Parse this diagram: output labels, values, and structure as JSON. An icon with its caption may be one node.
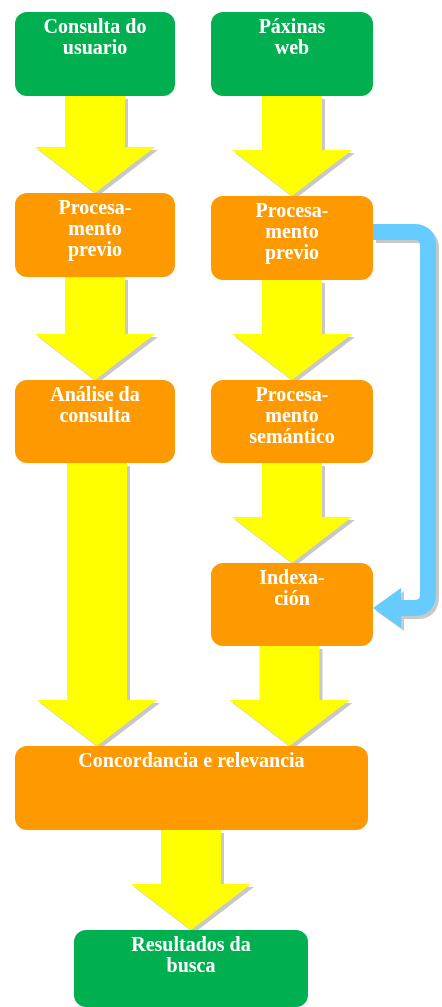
{
  "diagram": {
    "nodes": [
      {
        "text": [
          "Consulta do usuario"
        ]
      },
      {
        "text": [
          "Páxinas web"
        ]
      },
      {
        "text": [
          "Procesa- mento previo"
        ]
      },
      {
        "text": [
          "Procesa- mento previo"
        ]
      },
      {
        "text": [
          "Análise da consulta"
        ]
      },
      {
        "text": [
          "Procesa- mento semántico"
        ]
      },
      {
        "text": [
          "Indexa- ción"
        ]
      },
      {
        "text": [
          "Concordancia e relevancia"
        ]
      },
      {
        "text": [
          "Resultados da busca"
        ]
      }
    ],
    "edges": [
      {
        "from": 0,
        "to": 2,
        "arrow": "to"
      },
      {
        "from": 1,
        "to": 3,
        "arrow": "to"
      },
      {
        "from": 2,
        "to": 4,
        "arrow": "to"
      },
      {
        "from": 3,
        "to": 5,
        "arrow": "to"
      },
      {
        "from": 5,
        "to": 6,
        "arrow": "to"
      },
      {
        "from": 3,
        "to": 6,
        "arrow": "to",
        "color": "#66ccff"
      },
      {
        "from": 4,
        "to": 7,
        "arrow": "to"
      },
      {
        "from": 6,
        "to": 7,
        "arrow": "to"
      },
      {
        "from": 7,
        "to": 8,
        "arrow": "to"
      }
    ]
  }
}
